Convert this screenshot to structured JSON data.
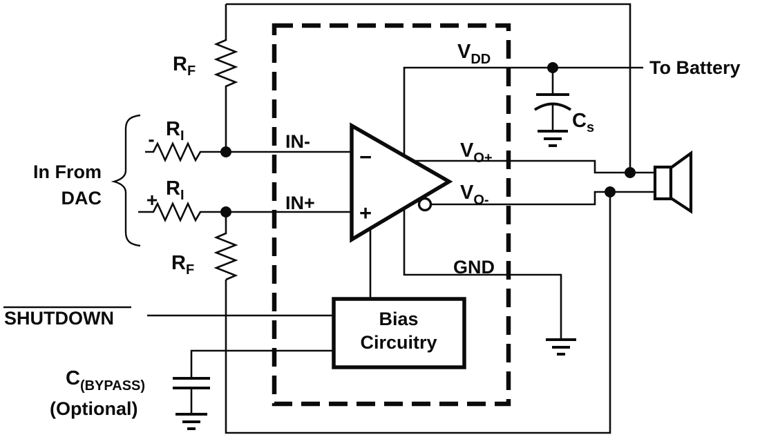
{
  "colors": {
    "ink": "#0b0b0b",
    "background": "#ffffff"
  },
  "source": {
    "label_line1": "In From",
    "label_line2": "DAC",
    "neg_mark": "-",
    "pos_mark": "+"
  },
  "resistors": {
    "rf_top": {
      "base": "R",
      "sub": "F"
    },
    "rf_bottom": {
      "base": "R",
      "sub": "F"
    },
    "ri_top": {
      "base": "R",
      "sub": "I"
    },
    "ri_bottom": {
      "base": "R",
      "sub": "I"
    }
  },
  "ic": {
    "pin_in_neg": "IN-",
    "pin_in_pos": "IN+",
    "pin_vdd": {
      "base": "V",
      "sub": "DD"
    },
    "pin_vo_pos": {
      "base": "V",
      "sub": "O+"
    },
    "pin_vo_neg": {
      "base": "V",
      "sub": "O-"
    },
    "pin_gnd": "GND",
    "amp": {
      "inverting_mark": "−",
      "noninverting_mark": "+"
    },
    "bias_line1": "Bias",
    "bias_line2": "Circuitry"
  },
  "power": {
    "battery_label": "To Battery",
    "supply_cap": {
      "base": "C",
      "sub": "s"
    }
  },
  "control": {
    "shutdown_label": "SHUTDOWN",
    "bypass_cap": {
      "base": "C",
      "sub": "(BYPASS)"
    },
    "bypass_note": "(Optional)"
  }
}
